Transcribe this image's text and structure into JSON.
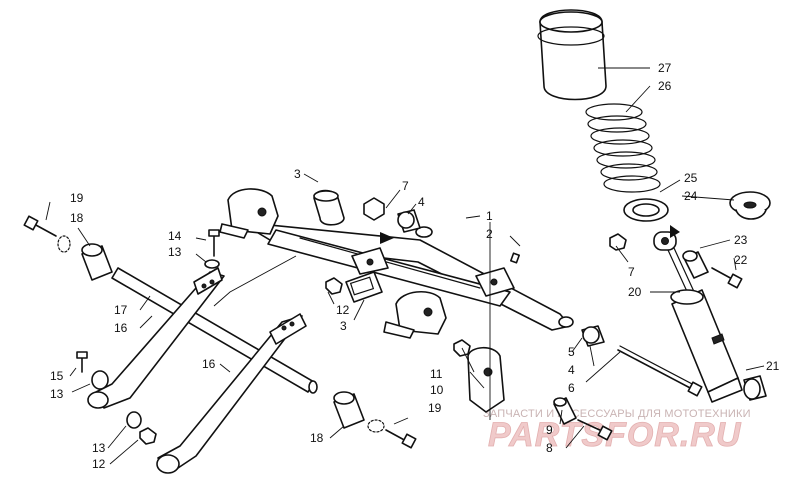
{
  "callouts": {
    "c1": "1",
    "c2": "2",
    "c3a": "3",
    "c3b": "3",
    "c4a": "4",
    "c4b": "4",
    "c5": "5",
    "c6": "6",
    "c7a": "7",
    "c7b": "7",
    "c8": "8",
    "c9": "9",
    "c10": "10",
    "c11": "11",
    "c12a": "12",
    "c12b": "12",
    "c13a": "13",
    "c13b": "13",
    "c13c": "13",
    "c14": "14",
    "c15": "15",
    "c16a": "16",
    "c16b": "16",
    "c17": "17",
    "c18a": "18",
    "c18b": "18",
    "c19a": "19",
    "c19b": "19",
    "c20": "20",
    "c21": "21",
    "c22": "22",
    "c23": "23",
    "c24": "24",
    "c25": "25",
    "c26": "26",
    "c27": "27"
  },
  "watermark": {
    "caption": "ЗАПЧАСТИ И АКСЕССУАРЫ ДЛЯ МОТОТЕХНИКИ",
    "logo": "PARTSFOR.RU"
  }
}
